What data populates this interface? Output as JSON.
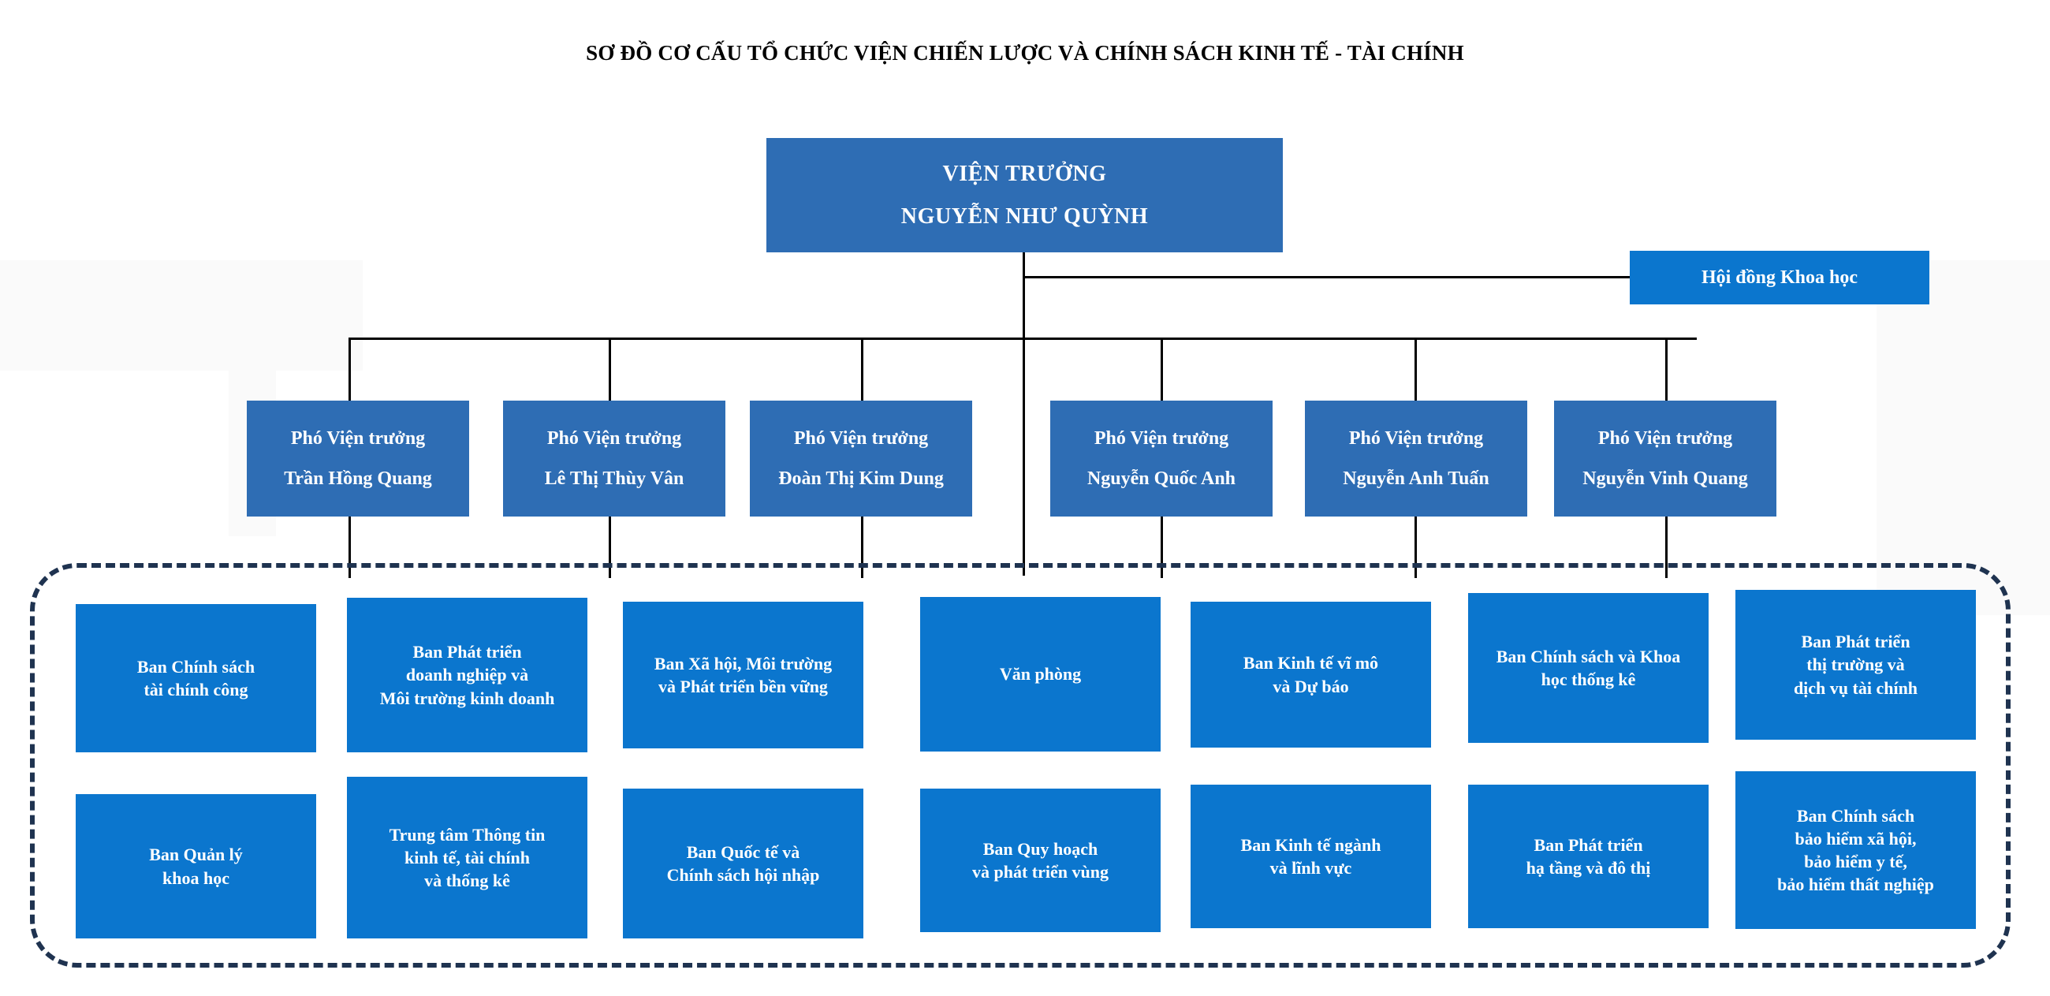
{
  "title": "SƠ ĐỒ CƠ CẤU TỔ CHỨC VIỆN CHIẾN LƯỢC VÀ CHÍNH SÁCH KINH TẾ - TÀI CHÍNH",
  "colors": {
    "director_box": "#2E6DB4",
    "deputy_box": "#2E6DB4",
    "council_box": "#0B76CE",
    "department_box": "#0B76CE",
    "connector_line": "#000000",
    "group_outline": "#1F3350",
    "box_text": "#FFFFFF",
    "title_text": "#000000",
    "page_background": "#FFFFFF"
  },
  "director": {
    "role": "VIỆN TRƯỞNG",
    "name": "NGUYỄN NHƯ QUỲNH"
  },
  "council": {
    "label": "Hội đồng Khoa học"
  },
  "deputies": [
    {
      "role": "Phó Viện trưởng",
      "name": "Trần Hồng Quang"
    },
    {
      "role": "Phó Viện trưởng",
      "name": "Lê Thị Thùy Vân"
    },
    {
      "role": "Phó Viện trưởng",
      "name": "Đoàn Thị Kim Dung"
    },
    {
      "role": "Phó Viện trưởng",
      "name": "Nguyễn Quốc Anh"
    },
    {
      "role": "Phó Viện trưởng",
      "name": "Nguyễn Anh Tuấn"
    },
    {
      "role": "Phó Viện trưởng",
      "name": "Nguyễn Vinh Quang"
    }
  ],
  "departments_row1": [
    {
      "lines": [
        "Ban Chính sách",
        "tài chính công"
      ]
    },
    {
      "lines": [
        "Ban Phát triển",
        "doanh nghiệp và",
        "Môi trường kinh doanh"
      ]
    },
    {
      "lines": [
        "Ban Xã hội, Môi trường",
        "và Phát triển bền vững"
      ]
    },
    {
      "lines": [
        "Văn phòng"
      ]
    },
    {
      "lines": [
        "Ban Kinh tế vĩ mô",
        "và Dự báo"
      ]
    },
    {
      "lines": [
        "Ban Chính sách và Khoa",
        "học thống kê"
      ]
    },
    {
      "lines": [
        "Ban Phát triển",
        "thị trường và",
        "dịch vụ tài chính"
      ]
    }
  ],
  "departments_row2": [
    {
      "lines": [
        "Ban Quản lý",
        "khoa học"
      ]
    },
    {
      "lines": [
        "Trung tâm Thông tin",
        "kinh tế, tài chính",
        "và thống kê"
      ]
    },
    {
      "lines": [
        "Ban Quốc tế và",
        "Chính sách hội nhập"
      ]
    },
    {
      "lines": [
        "Ban Quy hoạch",
        "và phát triển vùng"
      ]
    },
    {
      "lines": [
        "Ban Kinh tế ngành",
        "và lĩnh vực"
      ]
    },
    {
      "lines": [
        "Ban Phát triển",
        "hạ tầng và đô thị"
      ]
    },
    {
      "lines": [
        "Ban Chính sách",
        "bảo hiểm xã hội,",
        "bảo hiểm y tế,",
        "bảo hiểm thất nghiệp"
      ]
    }
  ]
}
